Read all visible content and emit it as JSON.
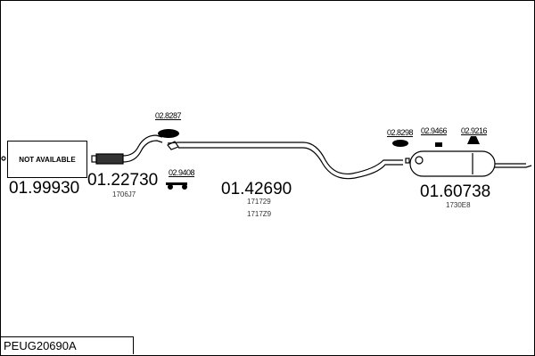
{
  "title": "PEUG20690A",
  "not_available": "NOT AVAILABLE",
  "parts": [
    {
      "number": "01.99930",
      "refs": []
    },
    {
      "number": "01.22730",
      "refs": [
        "1706J7"
      ]
    },
    {
      "number": "01.42690",
      "refs": [
        "171729",
        "1717Z9"
      ]
    },
    {
      "number": "01.60738",
      "refs": [
        "1730E8"
      ]
    }
  ],
  "accessories": [
    "02.8287",
    "02.9408",
    "02.8298",
    "02.9466",
    "02.9216"
  ]
}
